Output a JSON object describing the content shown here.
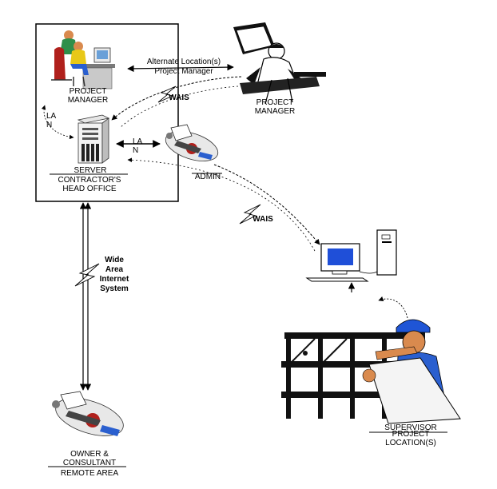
{
  "labels": {
    "project_manager_office": "PROJECT\nMANAGER",
    "project_manager_remote": "PROJECT\nMANAGER",
    "alternate_location": "Alternate Location(s)\nProject Manager",
    "wais_top": "WAIS",
    "wais_mid": "WAIS",
    "lan_left": "LA\nN",
    "lan_mid": "LA\nN",
    "server": "SERVER",
    "head_office": "CONTRACTOR'S\nHEAD OFFICE",
    "admin": "ADMIN",
    "wide_area": "Wide\nArea\nInternet\nSystem",
    "supervisor": "SUPERVISOR",
    "project_location": "PROJECT\nLOCATION(S)",
    "owner_consultant": "OWNER &\nCONSULTANT",
    "remote_area": "REMOTE AREA"
  },
  "colors": {
    "line": "#000000",
    "screen_blue": "#1f4fd8",
    "helmet_blue": "#1f55d6",
    "skin": "#d98a4e",
    "shirt_green": "#2f8f4a",
    "shirt_blue": "#2a5fcf",
    "accent_red": "#b0201c",
    "gray": "#9a9a9a"
  }
}
